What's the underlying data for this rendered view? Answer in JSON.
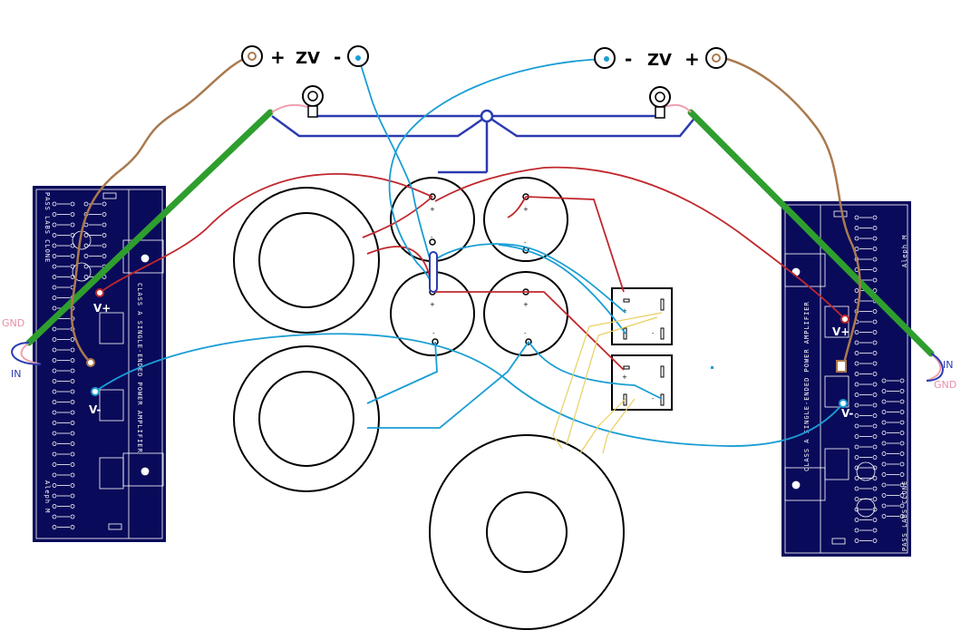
{
  "terminals": {
    "left": {
      "plus": "+",
      "name": "ZV",
      "minus": "-"
    },
    "right": {
      "minus": "-",
      "name": "ZV",
      "plus": "+"
    }
  },
  "boards": {
    "left": {
      "title": "PASS LABS CLONE",
      "subtitle": "CLASS A SINGLE-ENDED POWER AMPLIFIER",
      "model": "Aleph M",
      "vplus": "V+",
      "vminus": "V-",
      "gnd": "GND",
      "in": "IN"
    },
    "right": {
      "title": "PASS LABS CLONE",
      "subtitle": "CLASS A SINGLE-ENDED POWER AMPLIFIER",
      "model": "Aleph M",
      "vplus": "V+",
      "vminus": "V-",
      "gnd": "GND",
      "in": "IN"
    }
  },
  "caps": {
    "plus": "+",
    "minus": "-"
  },
  "bridges": {
    "plus": "+",
    "minus": "-"
  },
  "colors": {
    "pcb": "#0a0a5a",
    "ground_bus": "#2b3bb0",
    "green_wire": "#2e9e2e",
    "brown_wire": "#a97a4e",
    "cyan_wire": "#1a9ed4",
    "red_wire": "#c0282d",
    "yellow_wire": "#e8d060",
    "pink_wire": "#f0a0b0"
  }
}
